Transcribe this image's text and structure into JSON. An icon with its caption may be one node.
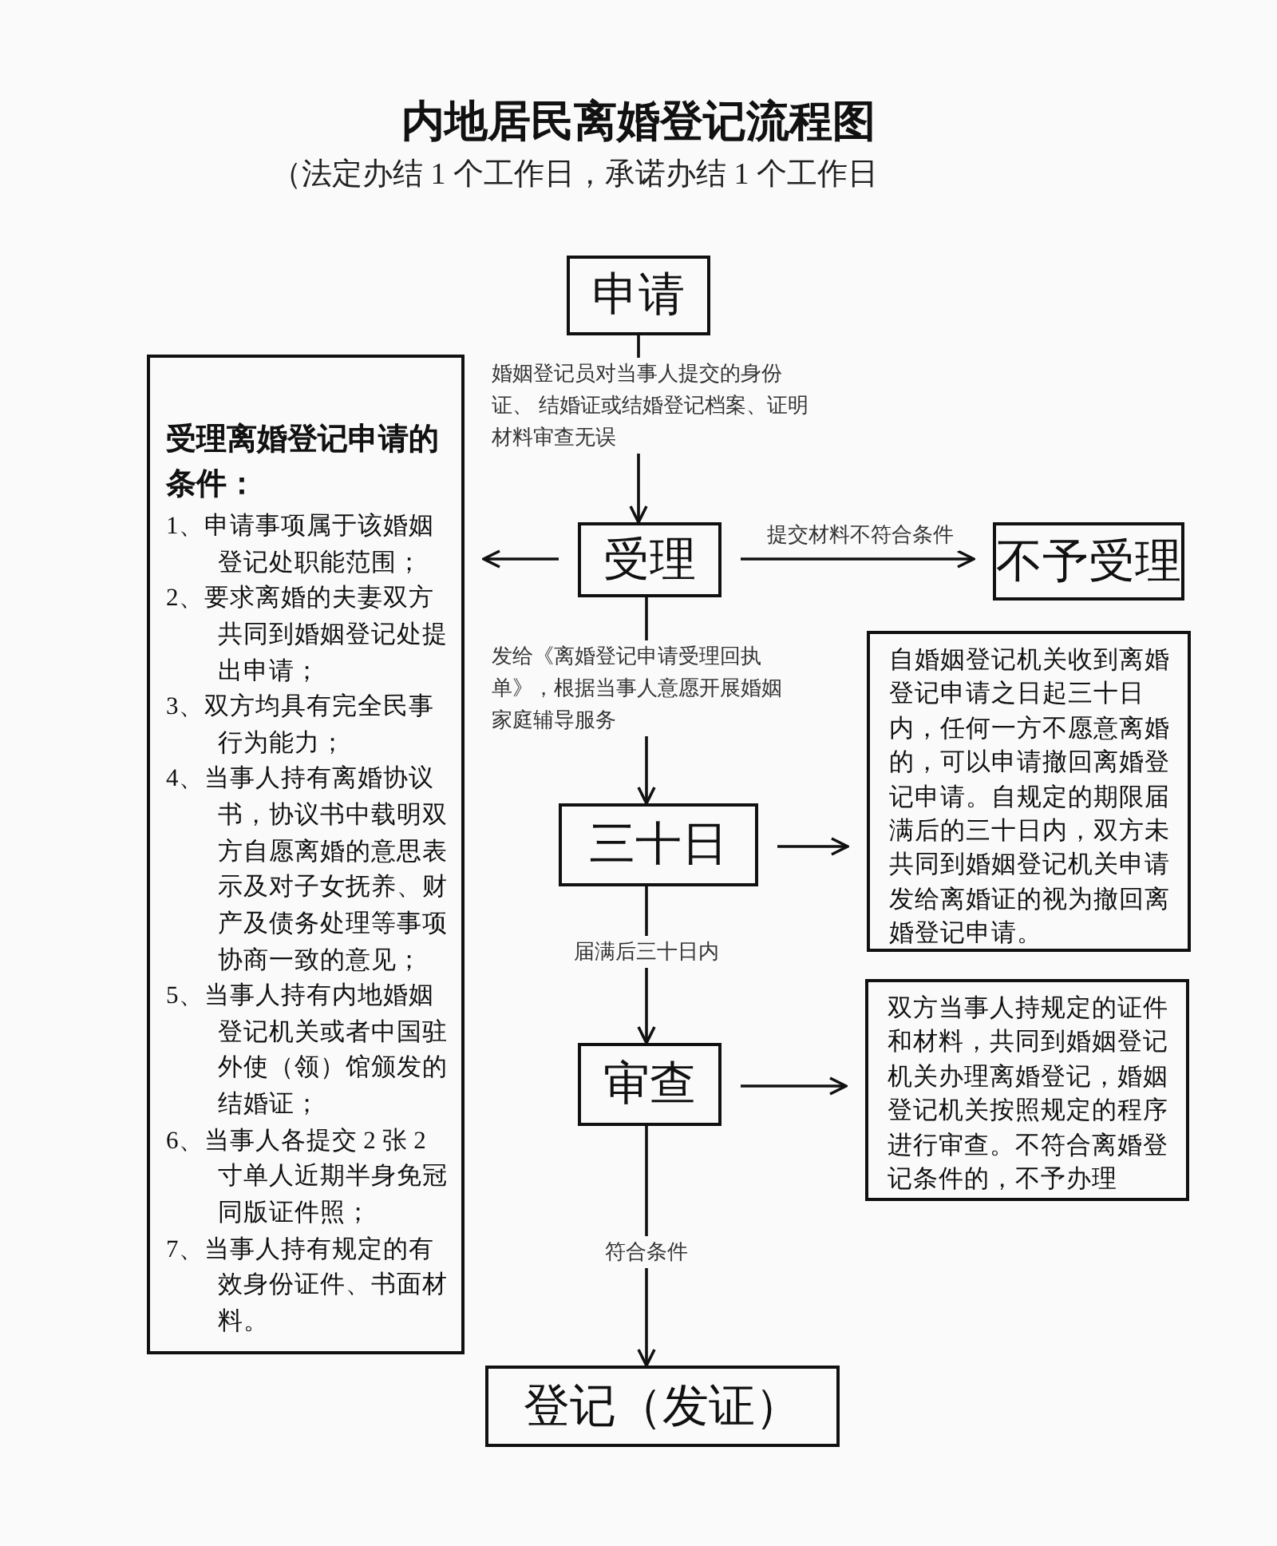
{
  "diagram": {
    "title": "内地居民离婚登记流程图",
    "nodes": [
      {
        "text": [
          "申请"
        ]
      },
      {
        "text": [
          "受理离婚登记申请的条件：",
          "1、申请事项属于该婚姻登记处职能范围；",
          "2、要求离婚的夫妻双方共同到婚姻登记处提出申请；",
          "3、双方均具有完全民事行为能力；",
          "4、当事人持有离婚协议书，协议书中载明双方自愿离婚的意思表示及对子女抚养、财产及债务处理等事项协商一致的意见；",
          "5、当事人持有内地婚姻登记机关或者中国驻外使（领）馆颁发的结婚证；",
          "6、当事人各提交 2 张 2 寸单人近期半身免冠同版证件照；",
          "7、当事人持有规定的有效身份证件、书面材料。"
        ]
      },
      {
        "text": [
          "受理"
        ]
      },
      {
        "text": [
          "不予受理"
        ]
      },
      {
        "text": [
          "三十日"
        ]
      },
      {
        "text": [
          "自婚姻登记机关收到离婚登记申请之日起三十日内，任何一方不愿意离婚的，可以申请撤回离婚登记申请。自规定的期限届满后的三十日内，双方未共同到婚姻登记机关申请发给离婚证的视为撤回离婚登记申请。"
        ]
      },
      {
        "text": [
          "审查"
        ]
      },
      {
        "text": [
          "双方当事人持规定的证件和材料，共同到婚姻登记机关办理离婚登记，婚姻登记机关按照规定的程序进行审查。不符合离婚登记条件的，不予办理"
        ]
      },
      {
        "text": [
          "登记（发证）"
        ]
      }
    ],
    "edges": [
      {
        "from": 0,
        "to": 2,
        "arrow": "to",
        "label": "婚姻登记员对当事人提交的身份证、 结婚证或结婚登记档案、证明材料审查无误"
      },
      {
        "from": 2,
        "to": 1,
        "arrow": "to"
      },
      {
        "from": 2,
        "to": 3,
        "arrow": "to",
        "label": "提交材料不符合条件"
      },
      {
        "from": 2,
        "to": 4,
        "arrow": "to",
        "label": "发给《离婚登记申请受理回执单》，根据当事人意愿开展婚姻家庭辅导服务"
      },
      {
        "from": 4,
        "to": 5,
        "arrow": "to"
      },
      {
        "from": 4,
        "to": 6,
        "arrow": "to",
        "label": "届满后三十日内"
      },
      {
        "from": 6,
        "to": 7,
        "arrow": "to"
      },
      {
        "from": 6,
        "to": 8,
        "arrow": "to",
        "label": "符合条件"
      }
    ],
    "labels": [
      "（法定办结 1 个工作日，承诺办结 1 个工作日"
    ]
  }
}
